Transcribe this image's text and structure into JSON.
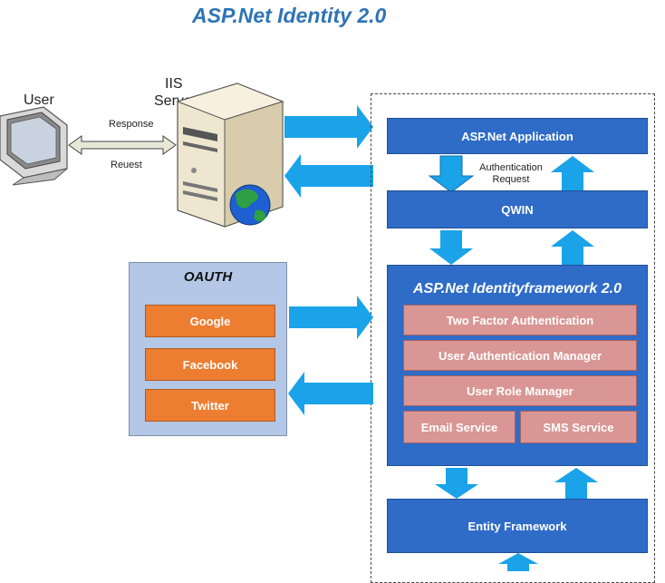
{
  "title": "ASP.Net Identity 2.0",
  "user_label": "User",
  "iis_label_line1": "IIS",
  "iis_label_line2": "Server",
  "response_label": "Response",
  "request_label": "Reuest",
  "auth_request_line1": "Authentication",
  "auth_request_line2": "Request",
  "boxes": {
    "application": "ASP.Net Application",
    "owin": "QWIN",
    "identity_title": "ASP.Net Identityframework 2.0",
    "two_factor": "Two Factor Authentication",
    "user_auth_manager": "User Authentication Manager",
    "user_role_manager": "User Role Manager",
    "email_service": "Email Service",
    "sms_service": "SMS Service",
    "entity_framework": "Entity Framework"
  },
  "oauth": {
    "title": "OAUTH",
    "providers": [
      "Google",
      "Facebook",
      "Twitter"
    ]
  },
  "colors": {
    "title": "#2e74b5",
    "box_blue": "#2e6cc7",
    "arrow_blue": "#1aa3e8",
    "pink": "#d99694",
    "orange": "#ed7d31",
    "oauth_bg": "#b4c7e7"
  }
}
